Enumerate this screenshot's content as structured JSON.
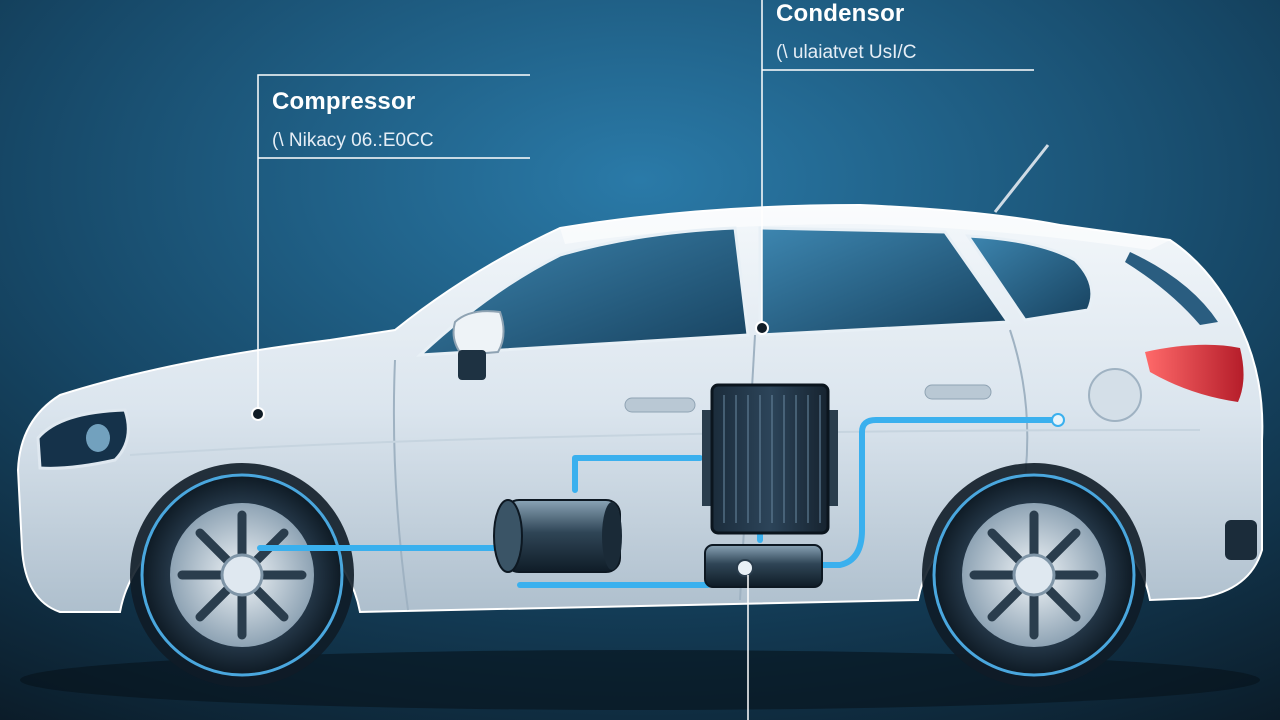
{
  "labels": {
    "compressor": {
      "title": "Compressor",
      "subtitle": "(\\ Nikacy 06.:E0CC"
    },
    "condenser": {
      "title": "Condensor",
      "subtitle": "(\\ ulaiatvet UsI/C"
    }
  },
  "colors": {
    "background_top": "#1d5f88",
    "background_bottom": "#0e2230",
    "car_body": "#dfe8f0",
    "window": "#2e6d95",
    "refrigerant_line": "#3ab0ee",
    "tail_light": "#e0424b",
    "leader_line": "#ffffff"
  }
}
